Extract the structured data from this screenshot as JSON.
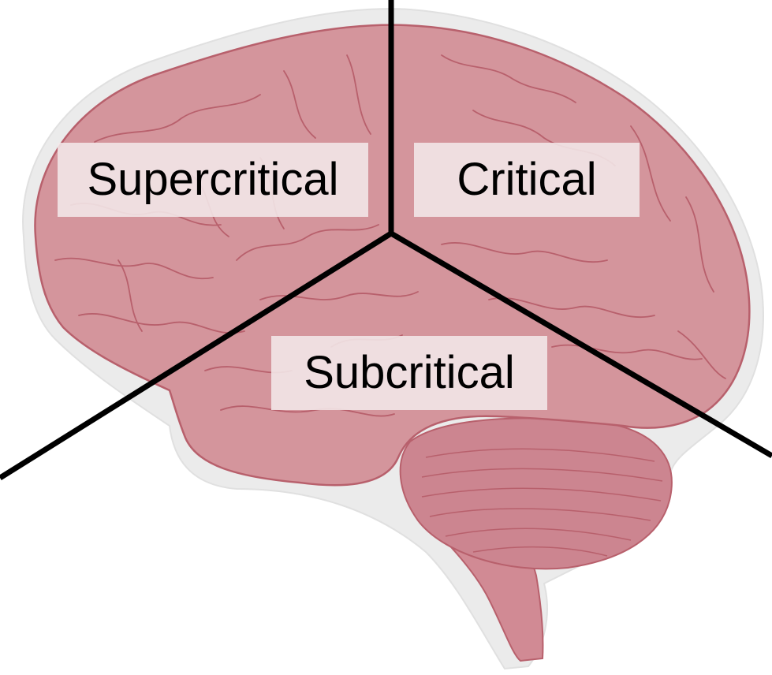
{
  "diagram": {
    "regions": [
      {
        "id": "supercritical",
        "label": "Supercritical"
      },
      {
        "id": "critical",
        "label": "Critical"
      },
      {
        "id": "subcritical",
        "label": "Subcritical"
      }
    ],
    "colors": {
      "brain_fill": "#d4959c",
      "brain_outline": "#b8606c",
      "halo": "#e8e8e8",
      "divider": "#000000"
    }
  }
}
